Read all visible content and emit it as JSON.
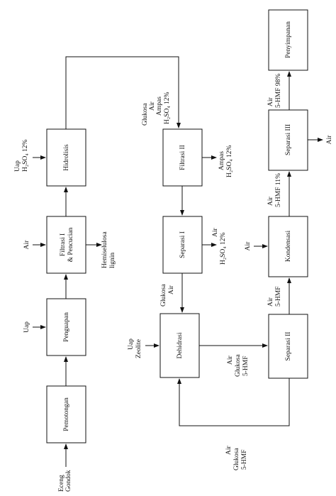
{
  "nodes": {
    "pemotongan": "Pemotongan",
    "penguapan": "Penguapan",
    "filtrasi1_l1": "Filtrasi I",
    "filtrasi1_l2": "& Pencucian",
    "hidrolisis": "Hidrolisis",
    "filtrasi2": "Filtrasi II",
    "separasi1": "Separasi I",
    "dehidrasi": "Dehidrasi",
    "separasi2": "Separasi II",
    "kondensasi": "Kondensasi",
    "separasi3": "Separasi III",
    "penyimpanan": "Penyimpanan"
  },
  "labels": {
    "feed_l1": "Eceng",
    "feed_l2": "Gondok",
    "uap_1": "Uap",
    "air_filtrasi1": "Air",
    "uap_hidro_l1": "Uap",
    "uap_hidro_l2": "H₂SO₄ 12%",
    "hemi_l1": "Hemiselulosa",
    "hemi_l2": "lignin",
    "top_l1": "Glukosa",
    "top_l2": "Air",
    "top_l3": "Ampas",
    "top_l4": "H₂SO₄ 12%",
    "ampas_l1": "Ampas",
    "ampas_l2": "H₂SO₄ 12%",
    "sep1out_l1": "Air",
    "sep1out_l2": "H₂SO₄ 12%",
    "sep1dh_l1": "Glukosa",
    "sep1dh_l2": "Air",
    "uapzeo_l1": "Uap",
    "uapzeo_l2": "Zeolite",
    "dhsep2_l1": "Air",
    "dhsep2_l2": "Glukosa",
    "dhsep2_l3": "5-HMF",
    "recycle_l1": "Air",
    "recycle_l2": "Glukosa",
    "recycle_l3": "5-HMF",
    "sep2kond_l1": "Air",
    "sep2kond_l2": "5-HMF",
    "air_kond": "Air",
    "kondsep3_l1": "Air",
    "kondsep3_l2": "5-HMF 11%",
    "air_sep3": "Air",
    "sep3peny_l1": "Air",
    "sep3peny_l2": "5-HMF 98%"
  }
}
